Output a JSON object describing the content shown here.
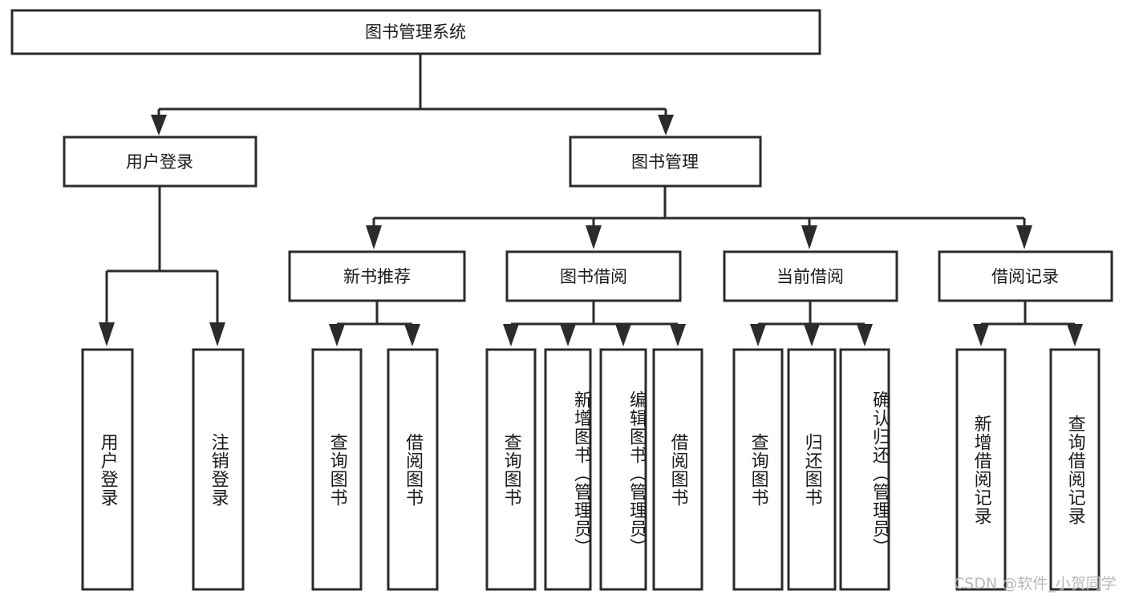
{
  "diagram": {
    "type": "hierarchy-tree",
    "title": "图书管理系统",
    "orientation": "top-down",
    "colors": {
      "box_fill": "#ffffff",
      "box_stroke": "#2b2b2b",
      "text": "#1a1a1a",
      "watermark": "#b9b9b9",
      "background": "#ffffff"
    },
    "root": {
      "label": "图书管理系统",
      "text_direction": "horizontal"
    },
    "level2": [
      {
        "id": "user-login",
        "label": "用户登录",
        "text_direction": "horizontal"
      },
      {
        "id": "book-manage",
        "label": "图书管理",
        "text_direction": "horizontal"
      }
    ],
    "level3": [
      {
        "id": "new-book-recommend",
        "label": "新书推荐",
        "text_direction": "horizontal",
        "parent": "book-manage"
      },
      {
        "id": "book-borrow",
        "label": "图书借阅",
        "text_direction": "horizontal",
        "parent": "book-manage"
      },
      {
        "id": "current-borrow",
        "label": "当前借阅",
        "text_direction": "horizontal",
        "parent": "book-manage"
      },
      {
        "id": "borrow-record",
        "label": "借阅记录",
        "text_direction": "horizontal",
        "parent": "book-manage"
      }
    ],
    "leaves": [
      {
        "id": "leaf-user-login",
        "label": "用户登录",
        "text_direction": "vertical",
        "parent": "user-login"
      },
      {
        "id": "leaf-user-logout",
        "label": "注销登录",
        "text_direction": "vertical",
        "parent": "user-login"
      },
      {
        "id": "leaf-query-book-1",
        "label": "查询图书",
        "text_direction": "vertical",
        "parent": "new-book-recommend"
      },
      {
        "id": "leaf-borrow-book-1",
        "label": "借阅图书",
        "text_direction": "vertical",
        "parent": "new-book-recommend"
      },
      {
        "id": "leaf-query-book-2",
        "label": "查询图书",
        "text_direction": "vertical",
        "parent": "book-borrow"
      },
      {
        "id": "leaf-add-book",
        "label": "新增图书（管理员）",
        "text_direction": "vertical",
        "parent": "book-borrow"
      },
      {
        "id": "leaf-edit-book",
        "label": "编辑图书（管理员）",
        "text_direction": "vertical",
        "parent": "book-borrow"
      },
      {
        "id": "leaf-borrow-book-2",
        "label": "借阅图书",
        "text_direction": "vertical",
        "parent": "book-borrow"
      },
      {
        "id": "leaf-query-book-3",
        "label": "查询图书",
        "text_direction": "vertical",
        "parent": "current-borrow"
      },
      {
        "id": "leaf-return-book",
        "label": "归还图书",
        "text_direction": "vertical",
        "parent": "current-borrow"
      },
      {
        "id": "leaf-confirm-return",
        "label": "确认归还（管理员）",
        "text_direction": "vertical",
        "parent": "current-borrow"
      },
      {
        "id": "leaf-add-record",
        "label": "新增借阅记录",
        "text_direction": "vertical",
        "parent": "borrow-record"
      },
      {
        "id": "leaf-query-record",
        "label": "查询借阅记录",
        "text_direction": "vertical",
        "parent": "borrow-record"
      }
    ],
    "watermark": "CSDN @软件_小贺同学"
  }
}
